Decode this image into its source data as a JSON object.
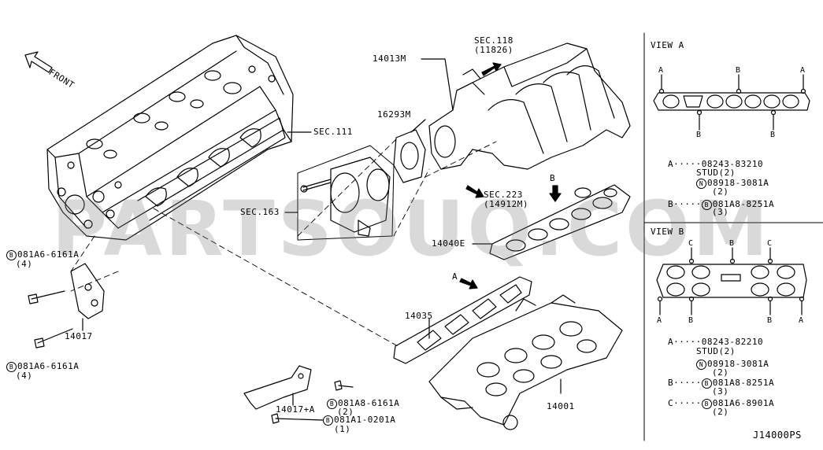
{
  "diagram": {
    "front_label": "FRONT",
    "sec_118": "SEC.118",
    "sec_118_sub": "(11826)",
    "sec_111": "SEC.111",
    "sec_163": "SEC.163",
    "sec_223": "SEC.223",
    "sec_223_sub": "(14912M)",
    "part_14013m": "14013M",
    "part_16293m": "16293M",
    "part_14040e": "14040E",
    "part_14035": "14035",
    "part_14001": "14001",
    "part_14017": "14017",
    "part_14017a": "14017+A",
    "callout_a": "A",
    "callout_b": "B",
    "bolt1": "081A6-6161A",
    "bolt1_qty": "(4)",
    "bolt2": "081A6-6161A",
    "bolt2_qty": "(4)",
    "bolt3": "081A8-6161A",
    "bolt3_qty": "(2)",
    "bolt4": "081A1-0201A",
    "bolt4_qty": "(1)",
    "circle_b": "B",
    "circle_n": "N",
    "diagram_code": "J14000PS"
  },
  "view_a": {
    "title": "VIEW A",
    "pt_a": "A",
    "pt_b": "B",
    "legend": [
      {
        "key": "A",
        "part": "08243-83210",
        "circle": ""
      },
      {
        "key": "",
        "part": "STUD(2)",
        "circle": ""
      },
      {
        "key": "",
        "part": "08918-3081A",
        "circle": "N"
      },
      {
        "key": "",
        "part": "(2)",
        "circle": ""
      },
      {
        "key": "B",
        "part": "081A8-8251A",
        "circle": "B"
      },
      {
        "key": "",
        "part": "(3)",
        "circle": ""
      }
    ]
  },
  "view_b": {
    "title": "VIEW B",
    "pt_a": "A",
    "pt_b": "B",
    "pt_c": "C",
    "legend": [
      {
        "key": "A",
        "part": "08243-82210",
        "circle": ""
      },
      {
        "key": "",
        "part": "STUD(2)",
        "circle": ""
      },
      {
        "key": "",
        "part": "08918-3081A",
        "circle": "N"
      },
      {
        "key": "",
        "part": "(2)",
        "circle": ""
      },
      {
        "key": "B",
        "part": "081A8-8251A",
        "circle": "B"
      },
      {
        "key": "",
        "part": "(3)",
        "circle": ""
      },
      {
        "key": "C",
        "part": "081A6-8901A",
        "circle": "B"
      },
      {
        "key": "",
        "part": "(2)",
        "circle": ""
      }
    ]
  },
  "watermark": "PARTSOUQ.COM"
}
